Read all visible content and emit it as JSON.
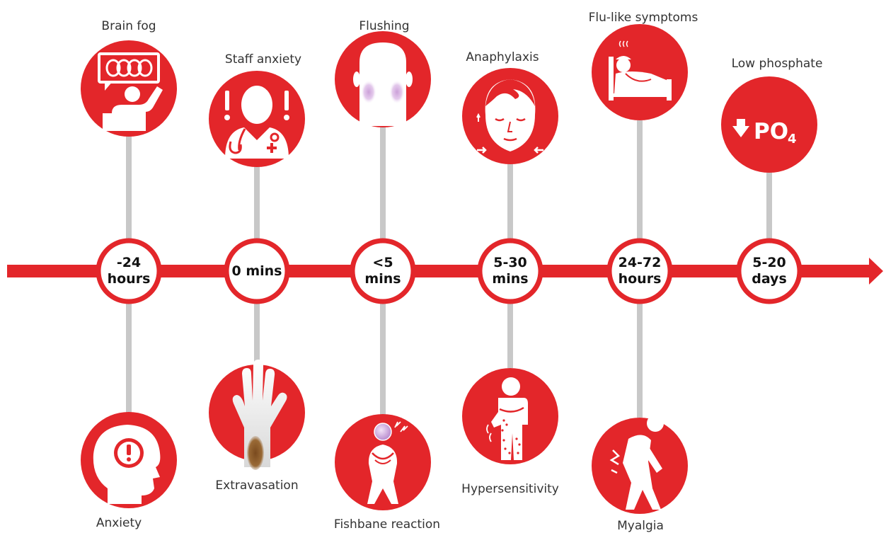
{
  "colors": {
    "accent": "#e3262a",
    "connector": "#c8c8c8",
    "background": "#ffffff",
    "icon": "#ffffff"
  },
  "timeline": [
    {
      "time": "-24 hours",
      "time_lines": [
        "-24",
        "hours"
      ],
      "above": "Brain fog",
      "below": "Anxiety",
      "above_icon": "thought-bubble-person-icon",
      "below_icon": "head-exclamation-icon"
    },
    {
      "time": "0 mins",
      "time_lines": [
        "0 mins"
      ],
      "above": "Staff anxiety",
      "below": "Extravasation",
      "above_icon": "doctor-alert-icon",
      "below_icon": "stained-arm-icon"
    },
    {
      "time": "<5 mins",
      "time_lines": [
        "<5",
        "mins"
      ],
      "above": "Flushing",
      "below": "Fishbane reaction",
      "above_icon": "flushed-face-icon",
      "below_icon": "chest-pain-person-icon"
    },
    {
      "time": "5-30 mins",
      "time_lines": [
        "5-30",
        "mins"
      ],
      "above": "Anaphylaxis",
      "below": "Hypersensitivity",
      "above_icon": "swollen-face-icon",
      "below_icon": "itching-person-icon"
    },
    {
      "time": "24-72 hours",
      "time_lines": [
        "24-72",
        "hours"
      ],
      "above": "Flu-like symptoms",
      "below": "Myalgia",
      "above_icon": "sick-in-bed-icon",
      "below_icon": "back-pain-person-icon"
    },
    {
      "time": "5-20 days",
      "time_lines": [
        "5-20",
        "days"
      ],
      "above": "Low phosphate",
      "below": "",
      "above_icon": "low-phosphate-icon",
      "below_icon": ""
    }
  ],
  "phosphate": {
    "arrow": "🡇",
    "symbol": "PO",
    "subscript": "4"
  }
}
